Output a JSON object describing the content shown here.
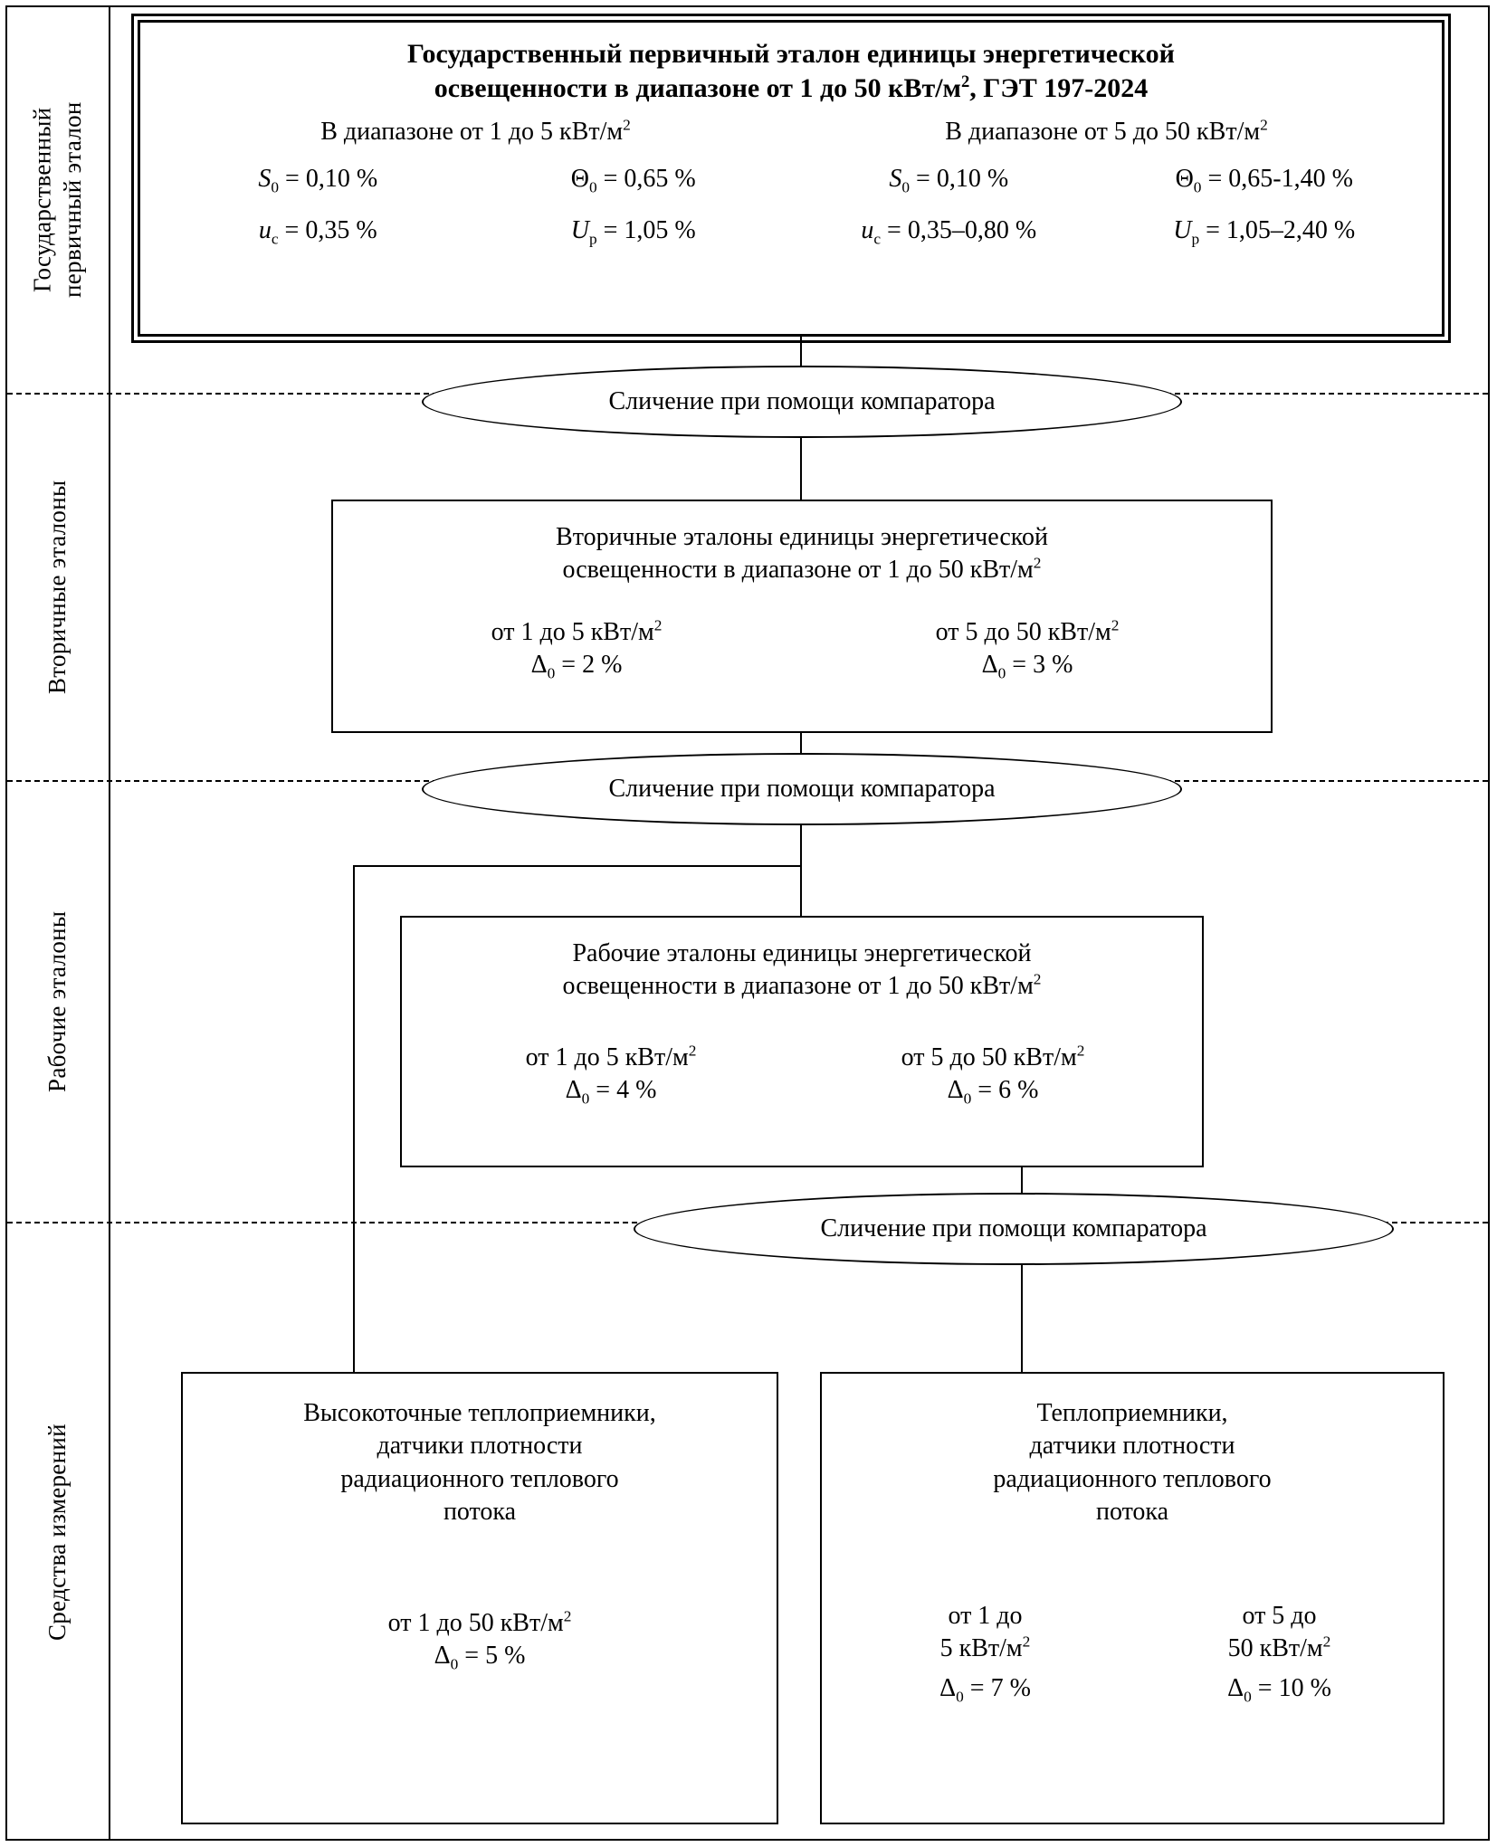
{
  "bands": [
    {
      "id": "primary",
      "label": "Государственный\nпервичный эталон"
    },
    {
      "id": "secondary",
      "label": "Вторичные эталоны"
    },
    {
      "id": "working",
      "label": "Рабочие эталоны"
    },
    {
      "id": "instruments",
      "label": "Средства измерений"
    }
  ],
  "primary_standard": {
    "title_line1": "Государственный первичный эталон единицы энергетической",
    "title_line2_a": "освещенности в диапазоне от 1 до 50 кВт/м",
    "title_line2_sup": "2",
    "title_line2_b": ", ГЭТ 197-2024",
    "range_left_text": "В диапазоне от 1 до 5 кВт/м",
    "range_left_sup": "2",
    "range_right_text": "В диапазоне от 5 до 50 кВт/м",
    "range_right_sup": "2",
    "metrics_left": [
      {
        "sym": "S",
        "sub": "0",
        "value": "= 0,10 %"
      },
      {
        "sym": "Θ",
        "sub": "0",
        "value": "= 0,65 %"
      },
      {
        "sym": "u",
        "sub": "c",
        "value": "= 0,35 %"
      },
      {
        "sym": "U",
        "sub": "р",
        "value": "= 1,05 %"
      }
    ],
    "metrics_right": [
      {
        "sym": "S",
        "sub": "0",
        "value": "= 0,10 %"
      },
      {
        "sym": "Θ",
        "sub": "0",
        "value": "= 0,65-1,40 %"
      },
      {
        "sym": "u",
        "sub": "c",
        "value": "= 0,35–0,80 %"
      },
      {
        "sym": "U",
        "sub": "р",
        "value": "= 1,05–2,40 %"
      }
    ]
  },
  "comparators": [
    {
      "id": "comp1",
      "label": "Сличение при помощи компаратора"
    },
    {
      "id": "comp2",
      "label": "Сличение при помощи компаратора"
    },
    {
      "id": "comp3",
      "label": "Сличение при помощи компаратора"
    }
  ],
  "secondary_standards": {
    "title_line1": "Вторичные эталоны единицы энергетической",
    "title_line2_a": "освещенности в диапазоне от 1 до 50 кВт/м",
    "title_line2_sup": "2",
    "columns": [
      {
        "range_text": "от 1 до 5 кВт/м",
        "range_sup": "2",
        "delta_sym": "Δ",
        "delta_sub": "0",
        "delta_value": "= 2 %"
      },
      {
        "range_text": "от 5 до 50 кВт/м",
        "range_sup": "2",
        "delta_sym": "Δ",
        "delta_sub": "0",
        "delta_value": "= 3 %"
      }
    ]
  },
  "working_standards": {
    "title_line1": "Рабочие эталоны единицы энергетической",
    "title_line2_a": "освещенности в диапазоне от 1 до 50 кВт/м",
    "title_line2_sup": "2",
    "columns": [
      {
        "range_text": "от 1 до 5 кВт/м",
        "range_sup": "2",
        "delta_sym": "Δ",
        "delta_sub": "0",
        "delta_value": "= 4 %"
      },
      {
        "range_text": "от 5 до 50 кВт/м",
        "range_sup": "2",
        "delta_sym": "Δ",
        "delta_sub": "0",
        "delta_value": "= 6 %"
      }
    ]
  },
  "instruments_left": {
    "title_lines": [
      "Высокоточные теплоприемники,",
      "датчики плотности",
      "радиационного теплового",
      "потока"
    ],
    "range_text": "от 1 до 50 кВт/м",
    "range_sup": "2",
    "delta_sym": "Δ",
    "delta_sub": "0",
    "delta_value": "= 5 %"
  },
  "instruments_right": {
    "title_lines": [
      "Теплоприемники,",
      "датчики плотности",
      "радиационного теплового",
      "потока"
    ],
    "columns": [
      {
        "range_l1": "от 1 до",
        "range_l2_text": "5 кВт/м",
        "range_l2_sup": "2",
        "delta_sym": "Δ",
        "delta_sub": "0",
        "delta_value": "= 7 %"
      },
      {
        "range_l1": "от 5 до",
        "range_l2_text": "50 кВт/м",
        "range_l2_sup": "2",
        "delta_sym": "Δ",
        "delta_sub": "0",
        "delta_value": "= 10 %"
      }
    ]
  },
  "colors": {
    "stroke": "#000000",
    "background": "#ffffff"
  }
}
